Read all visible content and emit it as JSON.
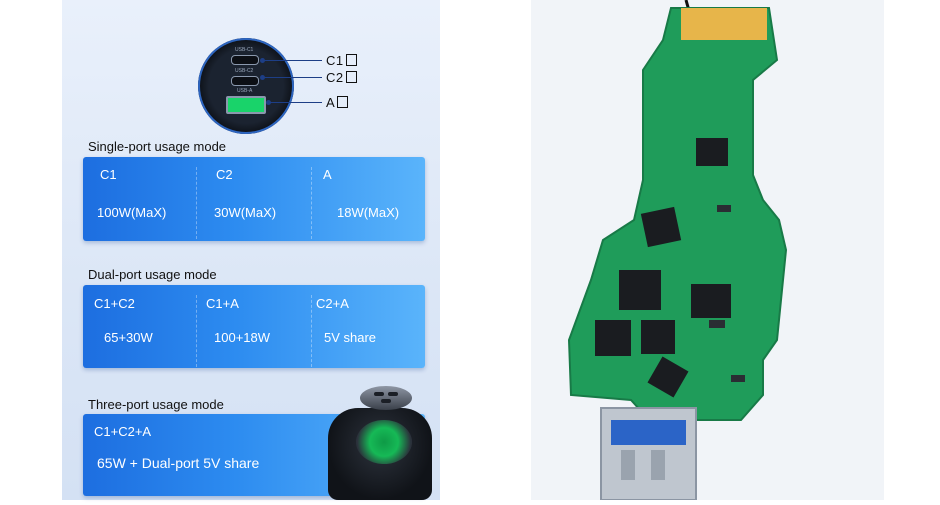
{
  "diagram": {
    "ports": [
      {
        "tag": "USB-C1",
        "label": "C1"
      },
      {
        "tag": "USB-C2",
        "label": "C2"
      },
      {
        "tag": "USB-A",
        "label": "A"
      }
    ],
    "port_colors": {
      "usb_a": "#19d36a",
      "accent_ring": "#2d65c0"
    }
  },
  "single_port": {
    "title": "Single-port usage mode",
    "columns": [
      {
        "port": "C1",
        "power": "100W(MaX)"
      },
      {
        "port": "C2",
        "power": "30W(MaX)"
      },
      {
        "port": "A",
        "power": "18W(MaX)"
      }
    ]
  },
  "dual_port": {
    "title": "Dual-port usage mode",
    "columns": [
      {
        "combo": "C1+C2",
        "power": "65+30W"
      },
      {
        "combo": "C1+A",
        "power": "100+18W"
      },
      {
        "combo": "C2+A",
        "power": "5V share"
      }
    ]
  },
  "three_port": {
    "title": "Three-port usage mode",
    "combo": "C1+C2+A",
    "power": "65W + Dual-port 5V share"
  },
  "colors": {
    "card_gradient_start": "#1d6ee0",
    "card_gradient_end": "#5ab4fb",
    "pcb_green": "#1f9c5a"
  }
}
